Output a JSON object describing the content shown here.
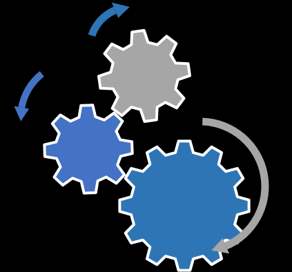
{
  "diagram": {
    "background": "#000000",
    "gear_outline": "#ffffff",
    "gears": [
      {
        "name": "gear-grey",
        "color": "#a6a6a6",
        "teeth": 8
      },
      {
        "name": "gear-blue-small",
        "color": "#4472c4",
        "teeth": 8
      },
      {
        "name": "gear-blue-large",
        "color": "#2e75b6",
        "teeth": 12
      }
    ],
    "arrows": [
      {
        "name": "arrow-top",
        "color": "#2e75b6",
        "direction": "clockwise"
      },
      {
        "name": "arrow-left",
        "color": "#4472c4",
        "direction": "counterclockwise"
      },
      {
        "name": "arrow-right",
        "color": "#a6a6a6",
        "direction": "clockwise"
      }
    ]
  }
}
